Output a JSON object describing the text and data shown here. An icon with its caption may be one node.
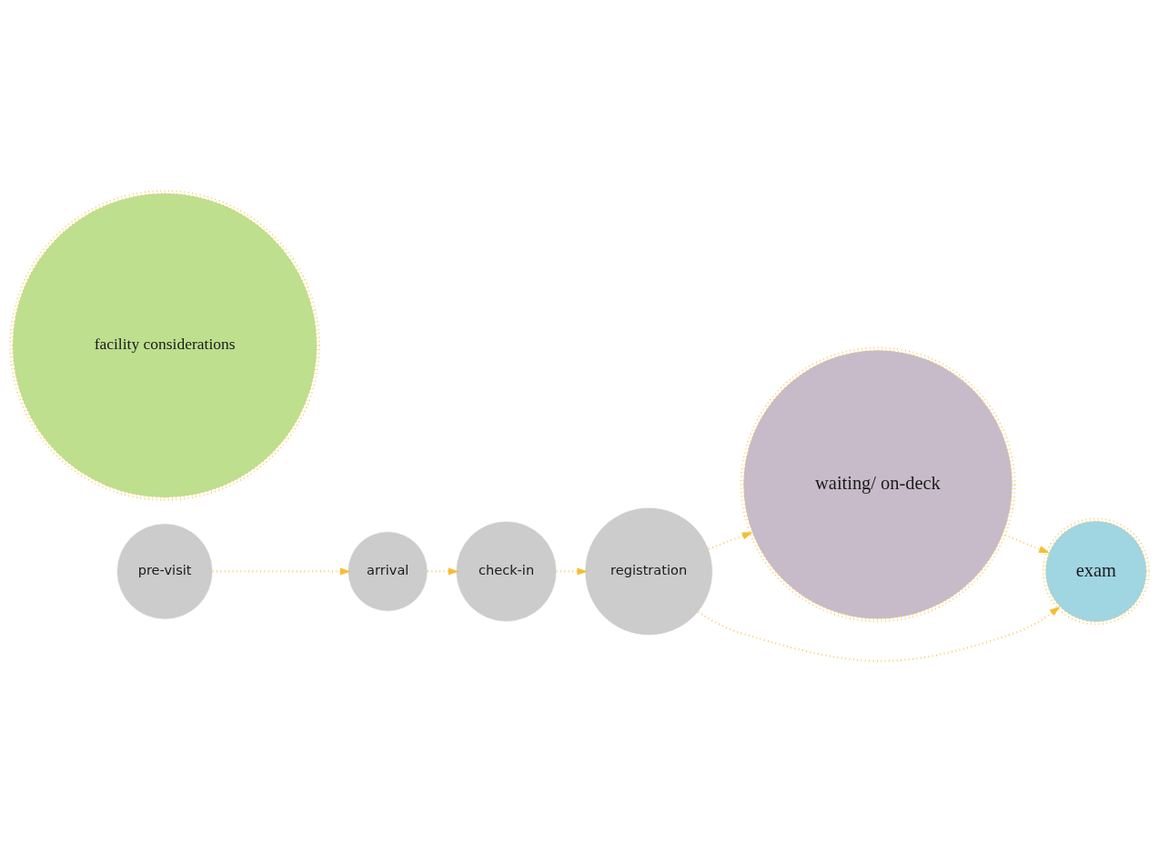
{
  "diagram": {
    "nodes": [
      {
        "text": [
          "pre-visit"
        ]
      },
      {
        "text": [
          "arrival"
        ]
      },
      {
        "text": [
          "check-in"
        ]
      },
      {
        "text": [
          "registration"
        ]
      },
      {
        "text": [
          "waiting/ on-deck"
        ]
      },
      {
        "text": [
          "exam"
        ]
      },
      {
        "text": [
          "facility considerations"
        ]
      }
    ],
    "edges": [
      {
        "from": 0,
        "to": 1,
        "arrow": "to"
      },
      {
        "from": 1,
        "to": 2,
        "arrow": "to"
      },
      {
        "from": 2,
        "to": 3,
        "arrow": "to"
      },
      {
        "from": 3,
        "to": 4,
        "arrow": "to"
      },
      {
        "from": 4,
        "to": 5,
        "arrow": "to"
      },
      {
        "from": 3,
        "to": 5,
        "arrow": "to"
      }
    ]
  }
}
